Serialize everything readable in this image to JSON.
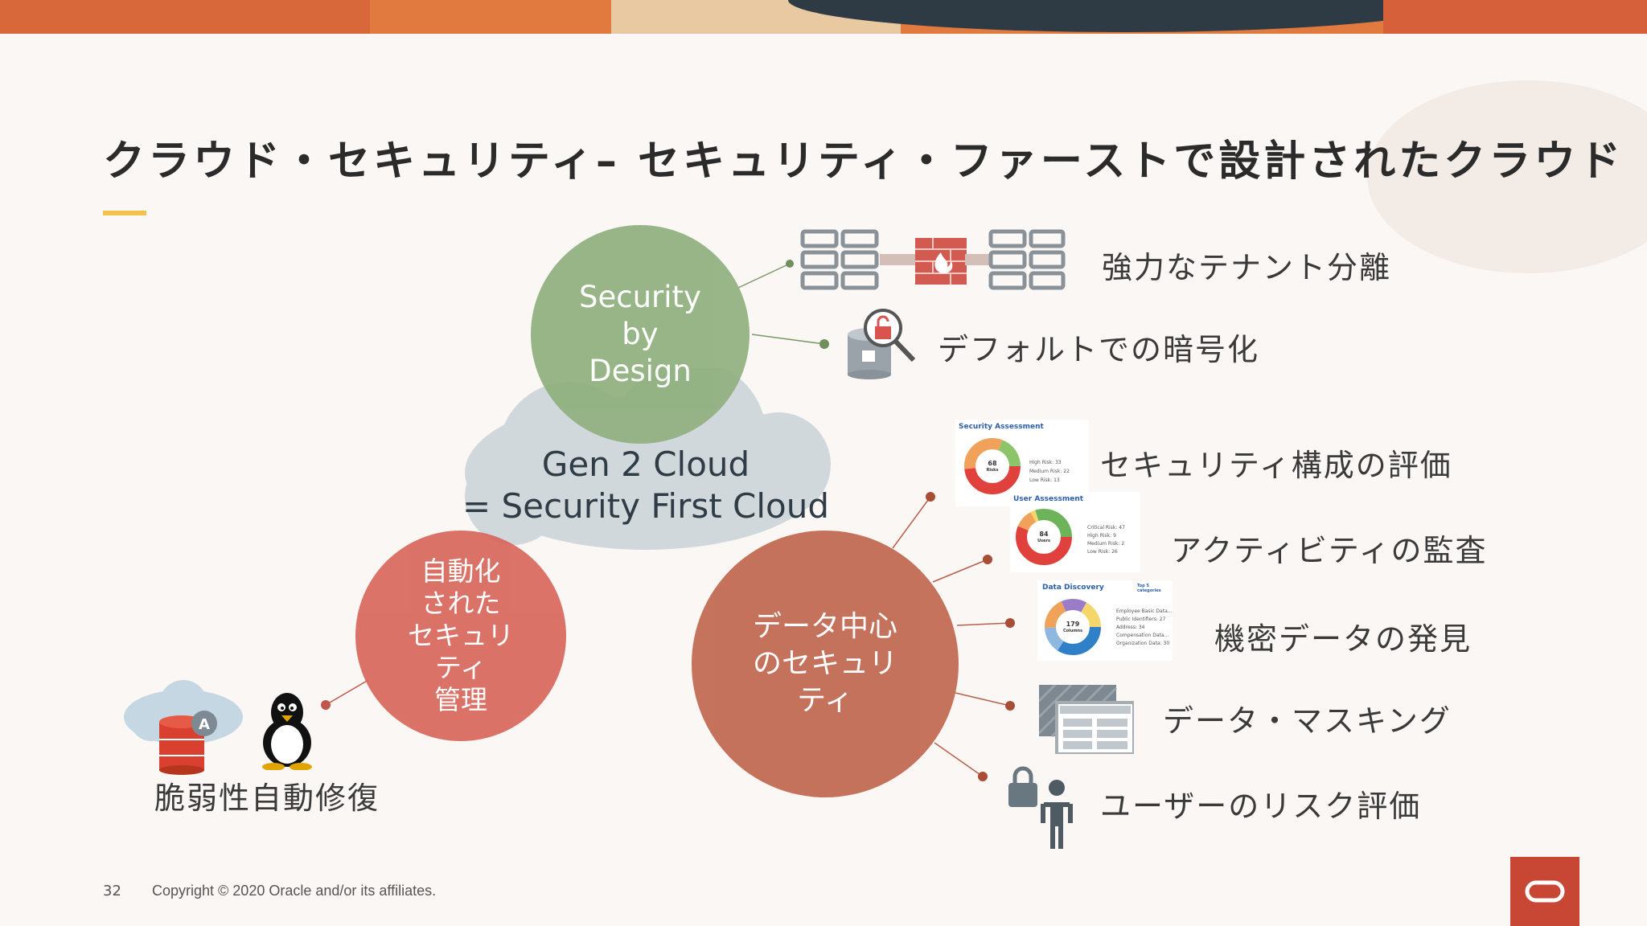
{
  "slide": {
    "title": "クラウド・セキュリティ– セキュリティ・ファーストで設計されたクラウド",
    "accent_color": "#f2c14e",
    "page_number": "32",
    "copyright": "Copyright © 2020 Oracle and/or its affiliates."
  },
  "diagram": {
    "cloud_label": "Gen 2 Cloud\n= Security First Cloud",
    "circles": {
      "security_by_design": {
        "label": "Security\nby\nDesign",
        "color": "#8fb07e"
      },
      "automated_security": {
        "label": "自動化\nされた\nセキュリ\nティ\n管理",
        "color": "#d9675c"
      },
      "data_centric": {
        "label": "データ中心\nのセキュリ\nティ",
        "color": "#c0674f"
      }
    },
    "features": {
      "tenant_isolation": "強力なテナント分離",
      "default_encryption": "デフォルトでの暗号化",
      "config_assessment": "セキュリティ構成の評価",
      "activity_audit": "アクティビティの監査",
      "sensitive_data": "機密データの発見",
      "data_masking": "データ・マスキング",
      "user_risk": "ユーザーのリスク評価",
      "auto_patching": "脆弱性自動修復"
    },
    "mini_charts": {
      "security_assessment": {
        "title": "Security Assessment",
        "center_value": "68",
        "center_label": "Risks",
        "legend": [
          "High Risk: 33",
          "Medium Risk: 22",
          "Low Risk: 13"
        ]
      },
      "user_assessment": {
        "title": "User Assessment",
        "center_value": "84",
        "center_label": "Users",
        "legend": [
          "Critical Risk: 47",
          "High Risk: 9",
          "Medium Risk: 2",
          "Low Risk: 26"
        ]
      },
      "data_discovery": {
        "title": "Data Discovery",
        "subtitle": "Top 5 categories",
        "center_value": "179",
        "center_label": "Columns",
        "legend": [
          "Employee Basic Data...",
          "Public Identifiers: 27",
          "Address: 34",
          "Compensation Data...",
          "Organization Data: 30"
        ]
      }
    }
  },
  "icons": {
    "servers_left": "server-rack-icon",
    "firewall": "firewall-icon",
    "servers_right": "server-rack-icon",
    "encrypted_db": "locked-database-icon",
    "masking_grid": "data-masking-icon",
    "user_lock": "user-lock-icon",
    "cloud_db": "cloud-database-icon",
    "linux": "linux-penguin-icon",
    "oracle_logo": "oracle-logo-icon"
  }
}
